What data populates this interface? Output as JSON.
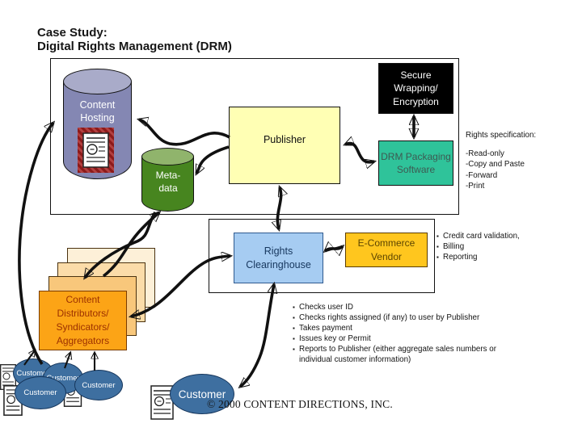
{
  "title": {
    "line1": "Case Study:",
    "line2": "Digital Rights Management (DRM)"
  },
  "nodes": {
    "content_hosting": {
      "label": "Content Hosting"
    },
    "metadata": {
      "label": "Meta-data"
    },
    "publisher": {
      "label": "Publisher"
    },
    "secure_wrapping": {
      "label": "Secure Wrapping/ Encryption"
    },
    "drm_packaging": {
      "label": "DRM Packaging Software"
    },
    "rights_clearinghouse": {
      "label": "Rights Clearinghouse"
    },
    "ecommerce_vendor": {
      "label": "E-Commerce Vendor"
    },
    "content_distributors": {
      "label": "Content Distributors/ Syndicators/ Aggregators"
    },
    "customer": {
      "label": "Customer"
    }
  },
  "annotations": {
    "rights_spec": {
      "heading": "Rights specification:",
      "items": [
        "-Read-only",
        "-Copy and Paste",
        "-Forward",
        "-Print"
      ]
    },
    "ecommerce_notes": [
      "Credit card validation,",
      "Billing",
      "Reporting"
    ],
    "clearinghouse_notes": [
      "Checks user ID",
      "Checks rights assigned (if any) to user by Publisher",
      "Takes payment",
      "Issues key or Permit",
      "Reports to Publisher (either aggregate sales numbers or individual customer information)"
    ]
  },
  "footer": {
    "copyright": "© 2000 CONTENT DIRECTIONS, INC."
  },
  "icons": {
    "document": "document-with-copyright-icon"
  },
  "colors": {
    "publisher_fill": "#FFFFB4",
    "secure_fill": "#000000",
    "drm_fill": "#2FC39A",
    "clearinghouse_fill": "#A6CCF2",
    "ecommerce_fill": "#FFC61E",
    "distributors_fill": "#FCA416",
    "hosting_fill": "#8487B3",
    "metadata_fill": "#47851F",
    "customer_fill": "#3E6FA0"
  }
}
